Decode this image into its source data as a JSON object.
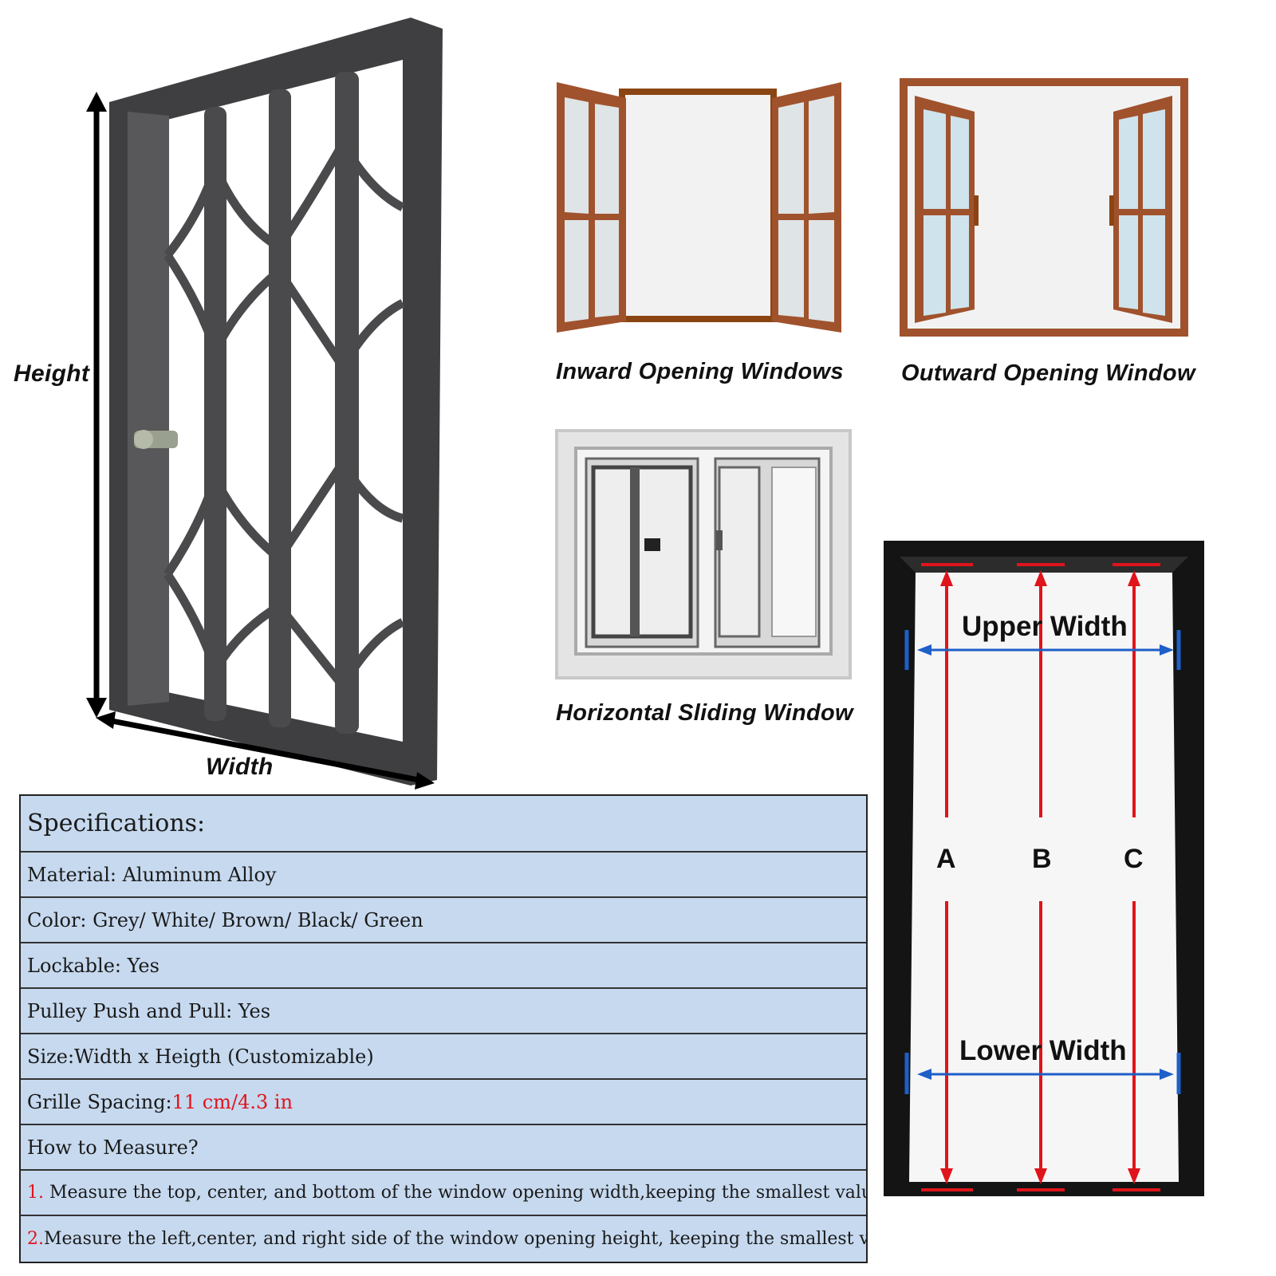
{
  "grille": {
    "height_label": "Height",
    "width_label": "Width"
  },
  "windows": {
    "inward_label": "Inward Opening Windows",
    "outward_label": "Outward Opening Window",
    "sliding_label": "Horizontal Sliding Window"
  },
  "measure_diagram": {
    "upper_label": "Upper Width",
    "lower_label": "Lower Width",
    "letter_a": "A",
    "letter_b": "B",
    "letter_c": "C"
  },
  "specs": {
    "header": "Specifications:",
    "material": "Material: Aluminum Alloy",
    "color": "Color: Grey/ White/ Brown/ Black/ Green",
    "lockable": "Lockable: Yes",
    "pulley": "Pulley Push and Pull: Yes",
    "size": "Size:Width x Heigth (Customizable)",
    "spacing_prefix": "Grille Spacing:",
    "spacing_value": "11 cm/4.3 in",
    "how_to": "How to Measure?",
    "step1_num": "1.",
    "step1_text": " Measure the top, center, and bottom of the window opening width,keeping the smallest value",
    "step2_num": "2.",
    "step2_text": "Measure the left,center, and right side of the window opening height, keeping the smallest value"
  },
  "colors": {
    "grille_metal": "#4a4a4c",
    "wood": "#a0522d",
    "table_bg": "#c6d9ef",
    "red_accent": "#e0141b",
    "blue_accent": "#1e5fc8"
  }
}
